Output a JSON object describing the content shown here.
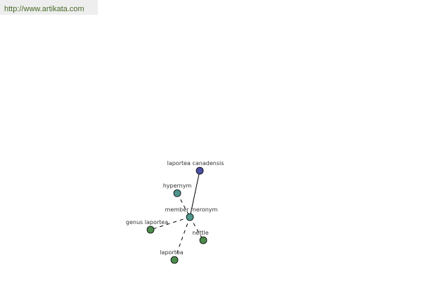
{
  "source": {
    "url_text": "http://www.artikata.com"
  },
  "colors": {
    "root_node": "#4b4fa3",
    "relation_node": "#4f958c",
    "leaf_node": "#4d8b4d",
    "edge": "#000000",
    "url_bar_bg": "#eeeeee",
    "url_text": "#4a6a2a"
  },
  "nodes": [
    {
      "id": "root",
      "label": "laportea canadensis",
      "kind": "root"
    },
    {
      "id": "hypernym",
      "label": "hypernym",
      "kind": "relation"
    },
    {
      "id": "member-meronym",
      "label": "member meronym",
      "kind": "relation"
    },
    {
      "id": "genus-laportea",
      "label": "genus laportea",
      "kind": "leaf"
    },
    {
      "id": "nettle",
      "label": "nettle",
      "kind": "leaf"
    },
    {
      "id": "laportea",
      "label": "laportea",
      "kind": "leaf"
    }
  ],
  "edges": [
    {
      "from": "root",
      "to": "member-meronym",
      "style": "solid"
    },
    {
      "from": "hypernym",
      "to": "member-meronym",
      "style": "dashed"
    },
    {
      "from": "member-meronym",
      "to": "genus-laportea",
      "style": "dashed"
    },
    {
      "from": "member-meronym",
      "to": "nettle",
      "style": "dashed"
    },
    {
      "from": "member-meronym",
      "to": "laportea",
      "style": "dashed"
    }
  ]
}
